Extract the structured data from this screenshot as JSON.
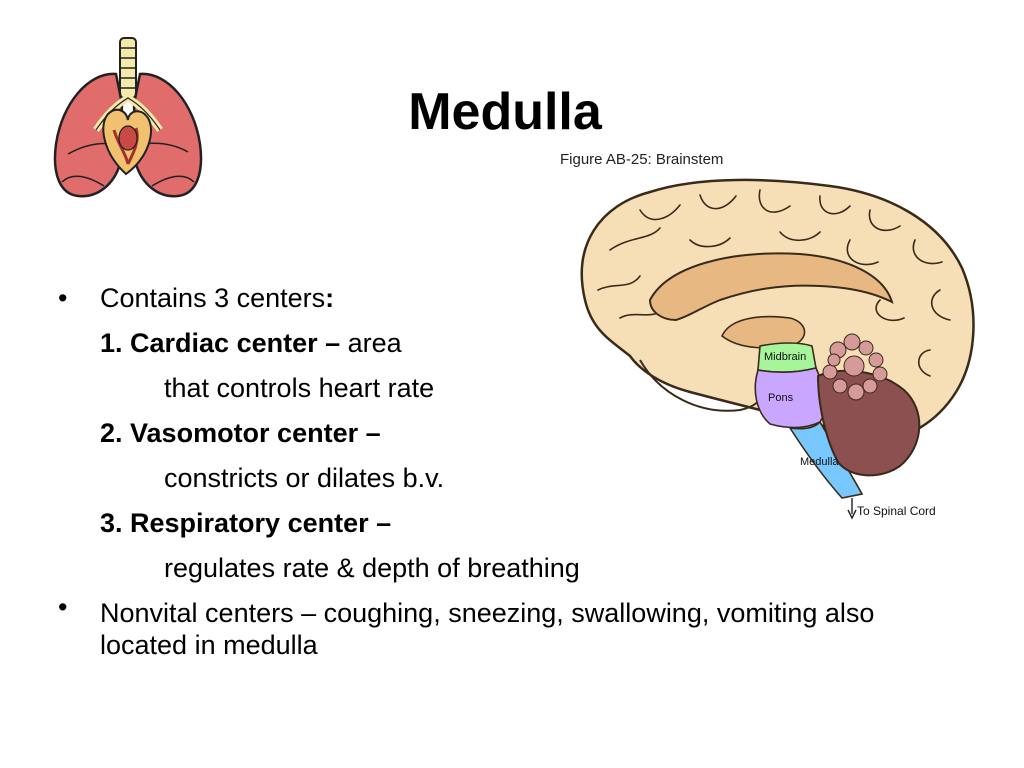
{
  "slide": {
    "title": "Medulla",
    "figure_caption": "Figure AB-25: Brainstem",
    "figure_labels": {
      "midbrain": "Midbrain",
      "pons": "Pons",
      "medulla": "Medulla",
      "spinal_cord": "To Spinal Cord"
    },
    "bullets": {
      "b1_text": "Contains 3 centers",
      "b1_colon": ":",
      "item1_heading": "1.  Cardiac center –",
      "item1_text": " area",
      "item1_cont": "that controls heart rate",
      "item2_heading": "2.  Vasomotor center –",
      "item2_cont": "constricts or dilates b.v.",
      "item3_heading": "3.  Respiratory center –",
      "item3_cont": "regulates rate & depth of breathing",
      "b2_text": "Nonvital centers – coughing, sneezing, swallowing, vomiting also located in medulla"
    },
    "colors": {
      "brain": "#f6dfb7",
      "callosum": "#e8b882",
      "midbrain": "#a6f59a",
      "pons": "#c9a6ff",
      "medulla": "#78c8ff",
      "cerebellum": "#8c5050",
      "lungs": "#e06c6c"
    }
  }
}
